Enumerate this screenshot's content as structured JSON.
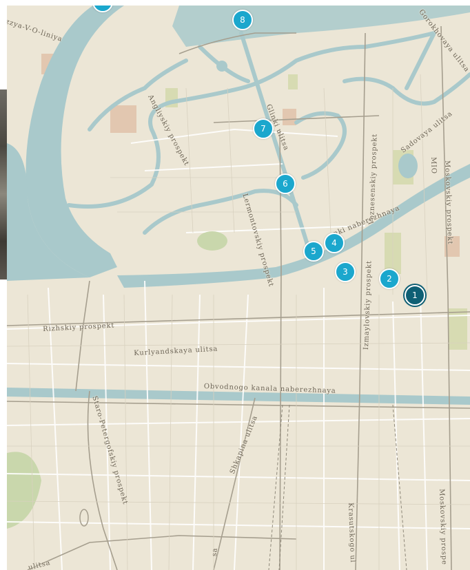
{
  "map": {
    "water_color": "#a9c9cb",
    "land_color": "#ece6d6",
    "street_labels": [
      {
        "text": "zzya-V-O-liniya"
      },
      {
        "text": "Angliyskiy prospekt"
      },
      {
        "text": "Glinki ulitsa"
      },
      {
        "text": "Voznesenskiy prospekt"
      },
      {
        "text": "Sadovaya ulitsa"
      },
      {
        "text": "Gorokhovaya ulitsa"
      },
      {
        "text": "MIO"
      },
      {
        "text": "Moskovskiy prospekt"
      },
      {
        "text": "Lermontovskiy prospekt"
      },
      {
        "text": "anki naberezhnaya"
      },
      {
        "text": "Rizhskiy prospekt"
      },
      {
        "text": "Kurlyandskaya ulitsa"
      },
      {
        "text": "Izmaylovskiy prospekt"
      },
      {
        "text": "Obvodnogo kanala naberezhnaya"
      },
      {
        "text": "Staro-Petergofskiy prospekt"
      },
      {
        "text": "Shkapina ulitsa"
      },
      {
        "text": "Krasutskogo ul"
      },
      {
        "text": "Moskovskiy prospe"
      },
      {
        "text": "ulitsa"
      },
      {
        "text": "sa"
      }
    ],
    "markers": [
      {
        "label": "1",
        "active": true
      },
      {
        "label": "2",
        "active": false
      },
      {
        "label": "3",
        "active": false
      },
      {
        "label": "4",
        "active": false
      },
      {
        "label": "5",
        "active": false
      },
      {
        "label": "6",
        "active": false
      },
      {
        "label": "7",
        "active": false
      },
      {
        "label": "8",
        "active": false
      }
    ]
  }
}
